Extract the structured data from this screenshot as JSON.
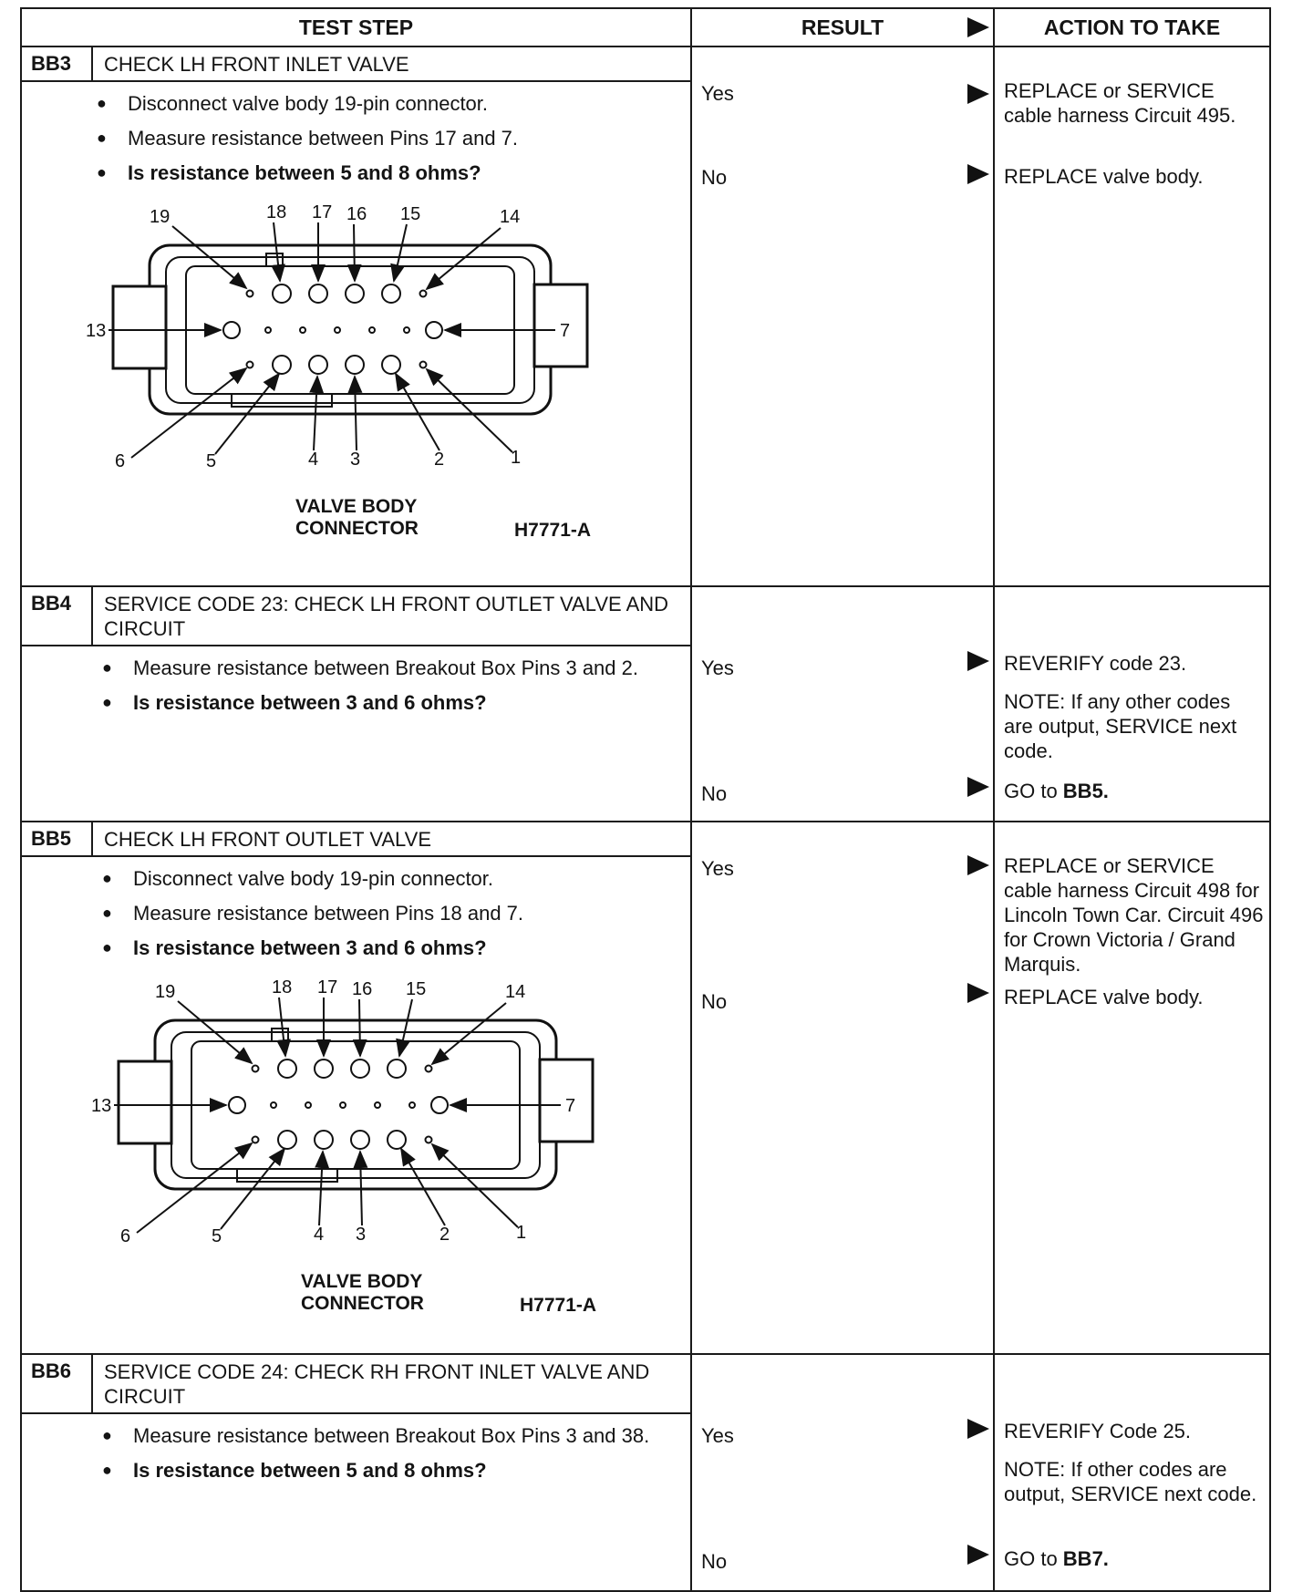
{
  "headers": {
    "test_step": "TEST STEP",
    "result": "RESULT",
    "action": "ACTION TO TAKE"
  },
  "steps": [
    {
      "id": "BB3",
      "title": "CHECK LH FRONT INLET VALVE",
      "items": [
        "Disconnect valve body 19-pin connector.",
        "Measure resistance between Pins 17 and 7.",
        "Is resistance between 5 and 8 ohms?"
      ],
      "yes_label": "Yes",
      "no_label": "No",
      "yes_action": "REPLACE or SERVICE cable harness Circuit 495.",
      "no_action": "REPLACE valve body.",
      "figure": {
        "caption_line1": "VALVE BODY",
        "caption_line2": "CONNECTOR",
        "code": "H7771-A"
      }
    },
    {
      "id": "BB4",
      "title": "SERVICE CODE 23: CHECK LH FRONT OUTLET VALVE AND CIRCUIT",
      "items": [
        "Measure resistance between Breakout Box Pins 3 and 2.",
        "Is resistance between 3 and 6 ohms?"
      ],
      "yes_label": "Yes",
      "no_label": "No",
      "yes_action": "REVERIFY code 23.",
      "yes_note": "NOTE: If any other codes are output, SERVICE next code.",
      "no_action_prefix": "GO to ",
      "no_action_target": "BB5."
    },
    {
      "id": "BB5",
      "title": "CHECK LH FRONT OUTLET VALVE",
      "items": [
        "Disconnect valve body 19-pin connector.",
        "Measure resistance between Pins 18 and 7.",
        "Is resistance between 3 and 6 ohms?"
      ],
      "yes_label": "Yes",
      "no_label": "No",
      "yes_action": "REPLACE or SERVICE cable harness Circuit 498 for Lincoln Town Car. Circuit 496 for Crown Victoria / Grand Marquis.",
      "no_action": "REPLACE valve body.",
      "figure": {
        "caption_line1": "VALVE BODY",
        "caption_line2": "CONNECTOR",
        "code": "H7771-A"
      }
    },
    {
      "id": "BB6",
      "title": "SERVICE CODE 24: CHECK RH FRONT INLET VALVE AND CIRCUIT",
      "items": [
        "Measure resistance between Breakout Box Pins 3 and 38.",
        "Is resistance between 5 and 8 ohms?"
      ],
      "yes_label": "Yes",
      "no_label": "No",
      "yes_action": "REVERIFY Code 25.",
      "yes_note": "NOTE: If other codes are output, SERVICE next code.",
      "no_action_prefix": "GO to ",
      "no_action_target": "BB7."
    }
  ],
  "pin_labels": {
    "top": [
      "19",
      "18",
      "17",
      "16",
      "15",
      "14"
    ],
    "middle_left": "13",
    "middle_right": "7",
    "bottom": [
      "6",
      "5",
      "4",
      "3",
      "2",
      "1"
    ]
  }
}
